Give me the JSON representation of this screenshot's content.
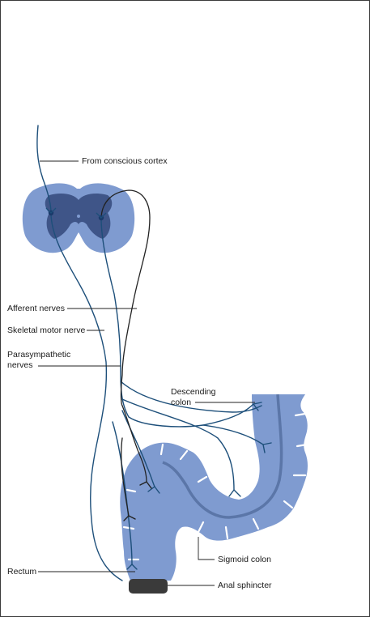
{
  "labels": {
    "from_cortex": "From conscious cortex",
    "afferent": "Afferent nerves",
    "skeletal_motor": "Skeletal motor nerve",
    "parasympathetic_line1": "Parasympathetic",
    "parasympathetic_line2": "nerves",
    "descending_line1": "Descending",
    "descending_line2": "colon",
    "rectum": "Rectum",
    "sigmoid": "Sigmoid colon",
    "anal_sphincter": "Anal sphincter"
  },
  "colors": {
    "tissue": "#7f9bd0",
    "grey_matter": "#3f5588",
    "nerve_blue": "#1d4f7a",
    "nerve_black": "#222222",
    "colon_band": "#5b76a8",
    "sphincter": "#3a3a3a"
  }
}
